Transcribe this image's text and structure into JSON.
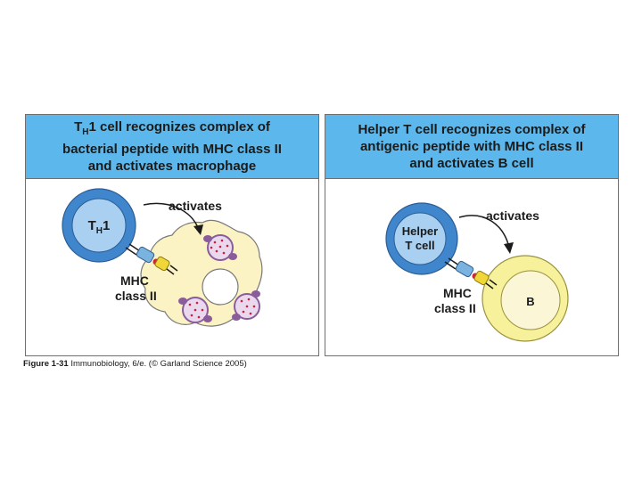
{
  "panels": [
    {
      "title_line1_prefix": "T",
      "title_line1_sub": "H",
      "title_line1_rest": "1 cell recognizes complex of",
      "title_line2": "bacterial peptide with MHC class II",
      "title_line3": "and activates macrophage",
      "cell_label_main": "T",
      "cell_label_sub": "H",
      "cell_label_rest": "1",
      "arrow_label": "activates",
      "mhc_label_line1": "MHC",
      "mhc_label_line2": "class II"
    },
    {
      "title_line1": "Helper T cell recognizes complex of",
      "title_line2": "antigenic peptide with MHC class II",
      "title_line3": "and activates B cell",
      "cell_label_line1": "Helper",
      "cell_label_line2": "T cell",
      "arrow_label": "activates",
      "mhc_label_line1": "MHC",
      "mhc_label_line2": "class II",
      "target_label": "B"
    }
  ],
  "caption": {
    "figure": "Figure 1-31",
    "text": "Immunobiology, 6/e. (© Garland Science 2005)"
  },
  "colors": {
    "header_blue": "#5cb8ec",
    "t_cell_blue": "#3f86cc",
    "t_cell_light": "#a9cff1",
    "macrophage_fill": "#fbf3c4",
    "b_cell_fill": "#f6f19a",
    "b_cell_inner": "#fbf7d6",
    "vesicle_purple": "#8a5c9c",
    "vesicle_dots": "#cc1f3a",
    "receptor_blue": "#7bb3e0",
    "mhc_yellow": "#f1d63a",
    "peptide_red": "#d9203a"
  }
}
